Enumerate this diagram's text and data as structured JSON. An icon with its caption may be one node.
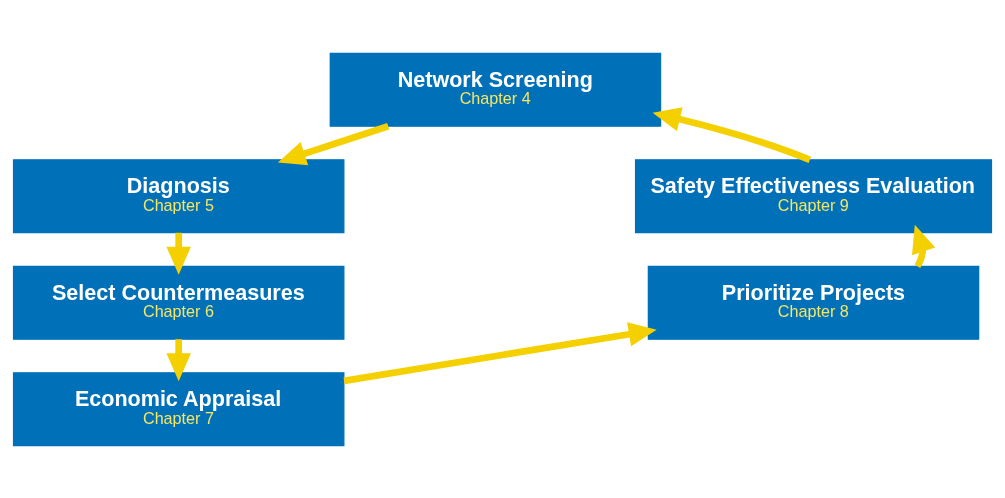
{
  "diagram": {
    "nodes": [
      {
        "text": [
          "Network Screening",
          "Chapter 4"
        ]
      },
      {
        "text": [
          "Diagnosis",
          "Chapter 5"
        ]
      },
      {
        "text": [
          "Select Countermeasures",
          "Chapter 6"
        ]
      },
      {
        "text": [
          "Economic Appraisal",
          "Chapter 7"
        ]
      },
      {
        "text": [
          "Prioritize Projects",
          "Chapter 8"
        ]
      },
      {
        "text": [
          "Safety Effectiveness Evaluation",
          "Chapter 9"
        ]
      }
    ],
    "edges": [
      {
        "from": 0,
        "to": 1,
        "arrow": "to"
      },
      {
        "from": 1,
        "to": 2,
        "arrow": "to"
      },
      {
        "from": 2,
        "to": 3,
        "arrow": "to"
      },
      {
        "from": 3,
        "to": 4,
        "arrow": "to"
      },
      {
        "from": 4,
        "to": 5,
        "arrow": "to"
      },
      {
        "from": 5,
        "to": 0,
        "arrow": "to"
      }
    ]
  }
}
